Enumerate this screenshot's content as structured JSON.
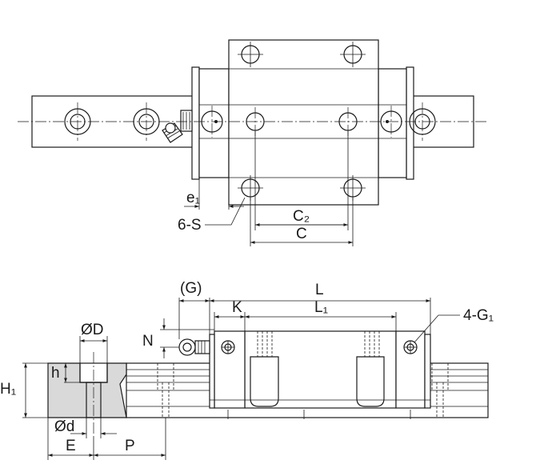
{
  "top_view": {
    "labels": {
      "e1": "e₁",
      "six_s": "6-S",
      "c2": "C₂",
      "c": "C"
    }
  },
  "side_view": {
    "labels": {
      "g_paren": "(G)",
      "l": "L",
      "k": "K",
      "l1": "L₁",
      "four_g1": "4-G₁",
      "n": "N"
    }
  },
  "rail_section": {
    "labels": {
      "od": "ØD",
      "h": "h",
      "h1": "H₁",
      "d": "Ød",
      "e": "E",
      "p": "P"
    }
  },
  "colors": {
    "line": "#1a1a1a",
    "rail_section_fill": "#d9d9d9",
    "background": "#ffffff"
  }
}
